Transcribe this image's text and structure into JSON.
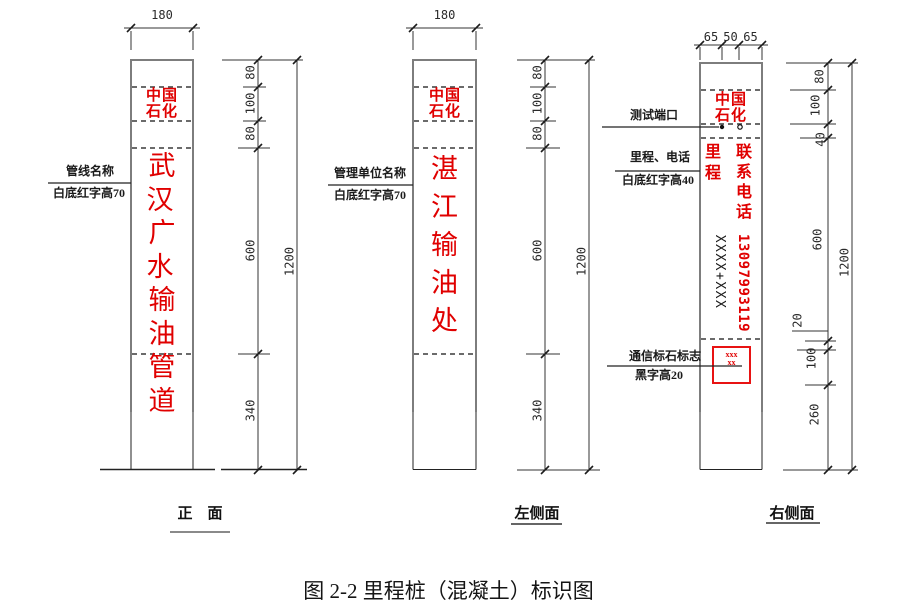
{
  "figure": {
    "caption": "图 2-2 里程桩（混凝土）标识图"
  },
  "colors": {
    "red": "#e00000",
    "line": "#333333",
    "post_outline": "#7d7d7d",
    "marker_box": "#e81313"
  },
  "front_view": {
    "title": "正　面",
    "width_dim": "180",
    "logo": {
      "line1": "中国",
      "line2": "石化"
    },
    "name_rows": [
      "武汉",
      "广水",
      "输",
      "油",
      "管",
      "道"
    ],
    "label": {
      "line1": "管线名称",
      "line2": "白底红字高70"
    },
    "dims": {
      "s1": "80",
      "s2": "100",
      "s3": "80",
      "s4": "600",
      "s5": "340",
      "total": "1200"
    }
  },
  "left_view": {
    "title": "左侧面",
    "width_dim": "180",
    "logo": {
      "line1": "中国",
      "line2": "石化"
    },
    "name_rows": [
      "湛",
      "江",
      "输",
      "油",
      "处"
    ],
    "label": {
      "line1": "管理单位名称",
      "line2": "白底红字高70"
    },
    "dims": {
      "s1": "80",
      "s2": "100",
      "s3": "80",
      "s4": "600",
      "s5": "340",
      "total": "1200"
    }
  },
  "right_view": {
    "title": "右侧面",
    "top_dims": [
      "65",
      "50",
      "65"
    ],
    "logo": {
      "line1": "中国",
      "line2": "石化"
    },
    "test_port_label": "测试端口",
    "mileage_phone_label": {
      "line1": "里程、电话",
      "line2": "白底红字高40"
    },
    "comm_marker_label": {
      "line1": "通信标石标志",
      "line2": "黑字高20"
    },
    "mileage_text": "里程",
    "mileage_value": "XXXX+XXX",
    "contact_text": "联系电话",
    "phone_number": "13097993119",
    "marker_box": {
      "line1": "xxx",
      "line2": "xx"
    },
    "dims": {
      "s1": "80",
      "s2": "100",
      "s3": "40",
      "s4": "600",
      "s5": "20",
      "s6": "100",
      "s7": "260",
      "total": "1200"
    }
  }
}
